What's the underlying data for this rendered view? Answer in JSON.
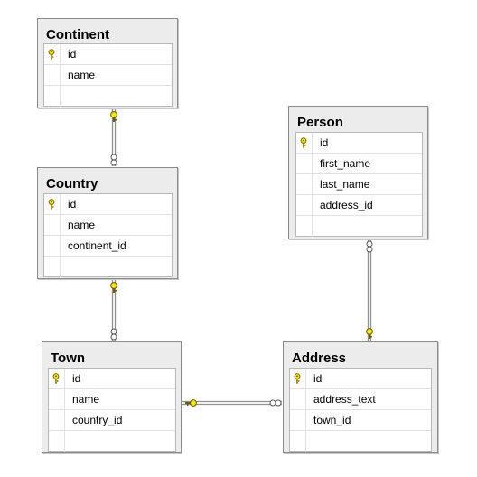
{
  "tables": [
    {
      "id": "continent",
      "title": "Continent",
      "rows": [
        {
          "name": "id",
          "pk": true
        },
        {
          "name": "name",
          "pk": false
        },
        {
          "name": "",
          "pk": false
        }
      ]
    },
    {
      "id": "country",
      "title": "Country",
      "rows": [
        {
          "name": "id",
          "pk": true
        },
        {
          "name": "name",
          "pk": false
        },
        {
          "name": "continent_id",
          "pk": false
        },
        {
          "name": "",
          "pk": false
        }
      ]
    },
    {
      "id": "town",
      "title": "Town",
      "rows": [
        {
          "name": "id",
          "pk": true
        },
        {
          "name": "name",
          "pk": false
        },
        {
          "name": "country_id",
          "pk": false
        },
        {
          "name": "",
          "pk": false
        }
      ]
    },
    {
      "id": "person",
      "title": "Person",
      "rows": [
        {
          "name": "id",
          "pk": true
        },
        {
          "name": "first_name",
          "pk": false
        },
        {
          "name": "last_name",
          "pk": false
        },
        {
          "name": "address_id",
          "pk": false
        },
        {
          "name": "",
          "pk": false
        }
      ]
    },
    {
      "id": "address",
      "title": "Address",
      "rows": [
        {
          "name": "id",
          "pk": true
        },
        {
          "name": "address_text",
          "pk": false
        },
        {
          "name": "town_id",
          "pk": false
        },
        {
          "name": "",
          "pk": false
        }
      ]
    }
  ],
  "relationships": [
    {
      "one": "continent",
      "many": "country"
    },
    {
      "one": "country",
      "many": "town"
    },
    {
      "one": "town",
      "many": "address"
    },
    {
      "one": "address",
      "many": "person"
    }
  ],
  "colors": {
    "key": "#f2e51a",
    "connector": "#909090",
    "table_bg": "#ececec",
    "border": "#8a8a8a"
  }
}
